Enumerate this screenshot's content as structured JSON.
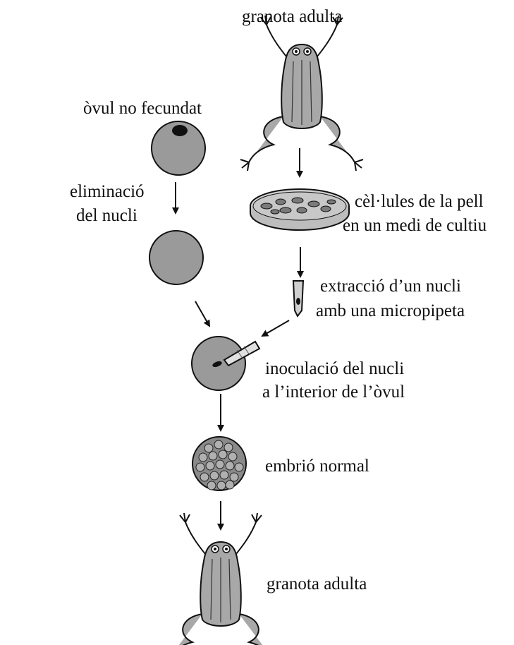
{
  "labels": {
    "frog_top": "granota adulta",
    "ovum": "òvul no fecundat",
    "removal_1": "eliminació",
    "removal_2": "del nucli",
    "culture_1": "cèl·lules de la pell",
    "culture_2": "en un medi de cultiu",
    "extract_1": "extracció d’un nucli",
    "extract_2": "amb una micropipeta",
    "inject_1": "inoculació del nucli",
    "inject_2": "a l’interior de l’òvul",
    "embryo": "embrió normal",
    "frog_bottom": "granota adulta"
  },
  "colors": {
    "ink": "#111111",
    "cell_fill": "#9a9a9a",
    "frog_fill": "#a8a8a8",
    "dish_fill": "#c8c8c8"
  },
  "icons": [
    "frog-illustration",
    "egg-cell",
    "petri-dish",
    "micropipette",
    "embryo-cells",
    "down-arrow"
  ]
}
